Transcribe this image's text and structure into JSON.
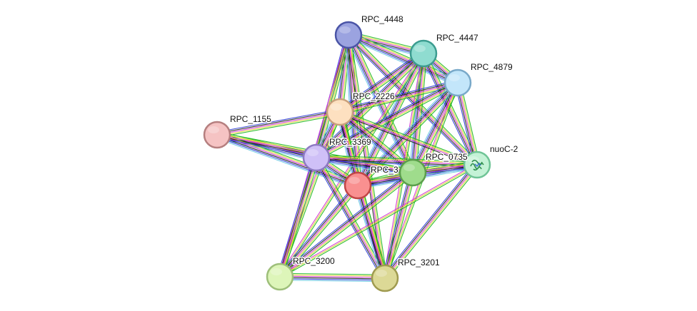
{
  "network": {
    "nodes": [
      {
        "id": "RPC_4448",
        "label": "RPC_4448",
        "color": "#9ba3e0",
        "stroke": "#4a54a6",
        "icon": ""
      },
      {
        "id": "RPC_4447",
        "label": "RPC_4447",
        "color": "#8fdcd0",
        "stroke": "#3c9c90",
        "icon": ""
      },
      {
        "id": "RPC_4879",
        "label": "RPC_4879",
        "color": "#c3e6fa",
        "stroke": "#79a9c9",
        "icon": ""
      },
      {
        "id": "RPC_2226",
        "label": "RPC_2226",
        "color": "#fde0c0",
        "stroke": "#c8a07c",
        "icon": ""
      },
      {
        "id": "RPC_1155",
        "label": "RPC_1155",
        "color": "#f5c3c3",
        "stroke": "#b57f7f",
        "icon": ""
      },
      {
        "id": "RPC_3369",
        "label": "RPC_3369",
        "color": "#cfc0f7",
        "stroke": "#8d7ac2",
        "icon": ""
      },
      {
        "id": "RPC_0735",
        "label": "RPC_0735",
        "color": "#9fdc8c",
        "stroke": "#5c9e4c",
        "icon": ""
      },
      {
        "id": "nuoC-2",
        "label": "nuoC-2",
        "color": "#c4f2d6",
        "stroke": "#6fc496",
        "icon": "protein-structure-icon"
      },
      {
        "id": "RPC_3",
        "label": "RPC_3",
        "color": "#f99090",
        "stroke": "#c24646",
        "icon": ""
      },
      {
        "id": "RPC_3200",
        "label": "RPC_3200",
        "color": "#ddf5b9",
        "stroke": "#9ebf7a",
        "icon": ""
      },
      {
        "id": "RPC_3201",
        "label": "RPC_3201",
        "color": "#dcd996",
        "stroke": "#9f9a4f",
        "icon": ""
      }
    ],
    "edge_colors": [
      "#18b818",
      "#d9d02a",
      "#d22bd2",
      "#1a1a1a",
      "#2a3ad6",
      "#67c7e2"
    ],
    "edges": [
      [
        "RPC_4448",
        "RPC_4447",
        6
      ],
      [
        "RPC_4448",
        "RPC_4879",
        6
      ],
      [
        "RPC_4448",
        "RPC_2226",
        5
      ],
      [
        "RPC_4448",
        "RPC_3369",
        5
      ],
      [
        "RPC_4448",
        "RPC_3",
        6
      ],
      [
        "RPC_4448",
        "RPC_0735",
        6
      ],
      [
        "RPC_4448",
        "nuoC-2",
        5
      ],
      [
        "RPC_4448",
        "RPC_3200",
        3
      ],
      [
        "RPC_4448",
        "RPC_3201",
        4
      ],
      [
        "RPC_4447",
        "RPC_4879",
        6
      ],
      [
        "RPC_4447",
        "RPC_2226",
        5
      ],
      [
        "RPC_4447",
        "RPC_3369",
        5
      ],
      [
        "RPC_4447",
        "RPC_3",
        6
      ],
      [
        "RPC_4447",
        "RPC_0735",
        6
      ],
      [
        "RPC_4447",
        "nuoC-2",
        5
      ],
      [
        "RPC_4447",
        "RPC_3200",
        3
      ],
      [
        "RPC_4447",
        "RPC_3201",
        3
      ],
      [
        "RPC_4879",
        "RPC_2226",
        5
      ],
      [
        "RPC_4879",
        "RPC_3369",
        5
      ],
      [
        "RPC_4879",
        "RPC_3",
        6
      ],
      [
        "RPC_4879",
        "RPC_0735",
        6
      ],
      [
        "RPC_4879",
        "nuoC-2",
        5
      ],
      [
        "RPC_4879",
        "RPC_3201",
        3
      ],
      [
        "RPC_2226",
        "RPC_1155",
        5
      ],
      [
        "RPC_2226",
        "RPC_3369",
        6
      ],
      [
        "RPC_2226",
        "RPC_3",
        6
      ],
      [
        "RPC_2226",
        "RPC_0735",
        6
      ],
      [
        "RPC_2226",
        "nuoC-2",
        4
      ],
      [
        "RPC_2226",
        "RPC_3200",
        3
      ],
      [
        "RPC_2226",
        "RPC_3201",
        4
      ],
      [
        "RPC_1155",
        "RPC_3369",
        6
      ],
      [
        "RPC_1155",
        "RPC_3",
        6
      ],
      [
        "RPC_1155",
        "RPC_0735",
        5
      ],
      [
        "RPC_3369",
        "RPC_3",
        6
      ],
      [
        "RPC_3369",
        "RPC_0735",
        6
      ],
      [
        "RPC_3369",
        "nuoC-2",
        5
      ],
      [
        "RPC_3369",
        "RPC_3200",
        5
      ],
      [
        "RPC_3369",
        "RPC_3201",
        5
      ],
      [
        "RPC_3",
        "RPC_0735",
        6
      ],
      [
        "RPC_3",
        "nuoC-2",
        6
      ],
      [
        "RPC_3",
        "RPC_3200",
        5
      ],
      [
        "RPC_3",
        "RPC_3201",
        6
      ],
      [
        "RPC_0735",
        "nuoC-2",
        6
      ],
      [
        "RPC_0735",
        "RPC_3200",
        5
      ],
      [
        "RPC_0735",
        "RPC_3201",
        5
      ],
      [
        "nuoC-2",
        "RPC_3201",
        5
      ],
      [
        "nuoC-2",
        "RPC_3200",
        3
      ],
      [
        "RPC_3200",
        "RPC_3201",
        6
      ]
    ]
  }
}
